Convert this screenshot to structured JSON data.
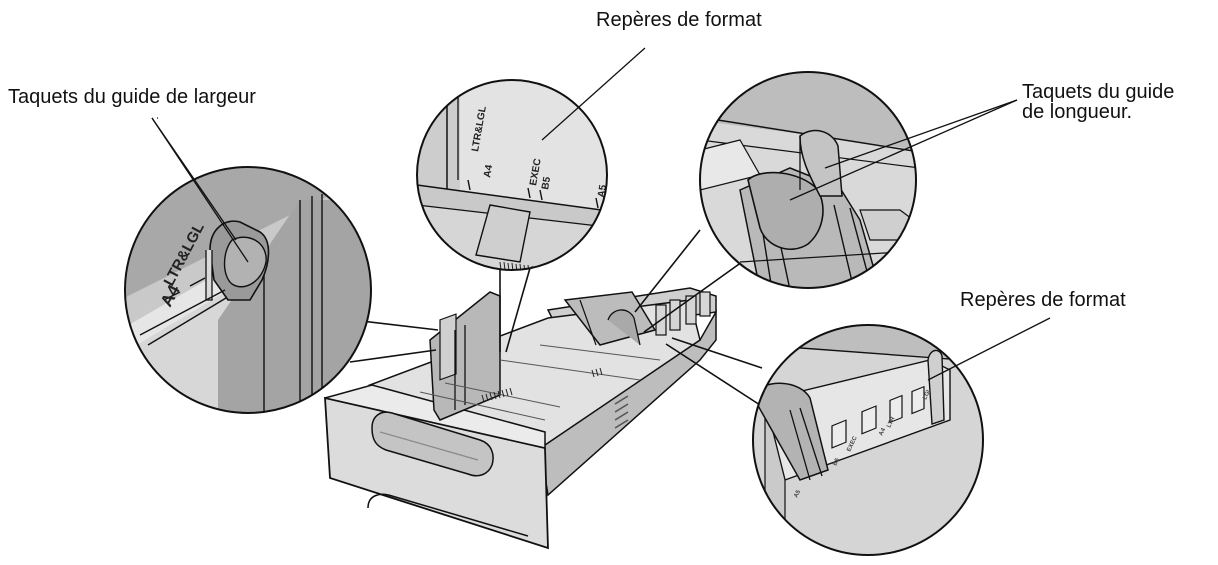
{
  "callouts": {
    "width_guide_tabs": "Taquets du guide de largeur",
    "format_marks_top": "Repères de format",
    "length_guide_tabs_line1": "Taquets du guide",
    "length_guide_tabs_line2": "de longueur.",
    "format_marks_right": "Repères de format"
  },
  "width_detail": {
    "mark_ltr_lgl": "LTR&LGL",
    "mark_a4": "A4"
  },
  "format_detail": {
    "mark_ltr_lgl": "LTR&LGL",
    "mark_a4": "A4",
    "mark_exec": "EXEC",
    "mark_b5": "B5",
    "mark_a5": "A5"
  },
  "right_detail": {
    "mark_lgl": "LGL",
    "mark_ltr": "LTR",
    "mark_a4": "A4",
    "mark_exec": "EXEC",
    "mark_b5": "B5",
    "mark_a5": "A5"
  },
  "colors": {
    "line": "#111111",
    "tray_light": "#e4e4e4",
    "tray_mid": "#c8c8c8",
    "tray_dark": "#8f8f8f",
    "guide": "#b4b4b4"
  }
}
